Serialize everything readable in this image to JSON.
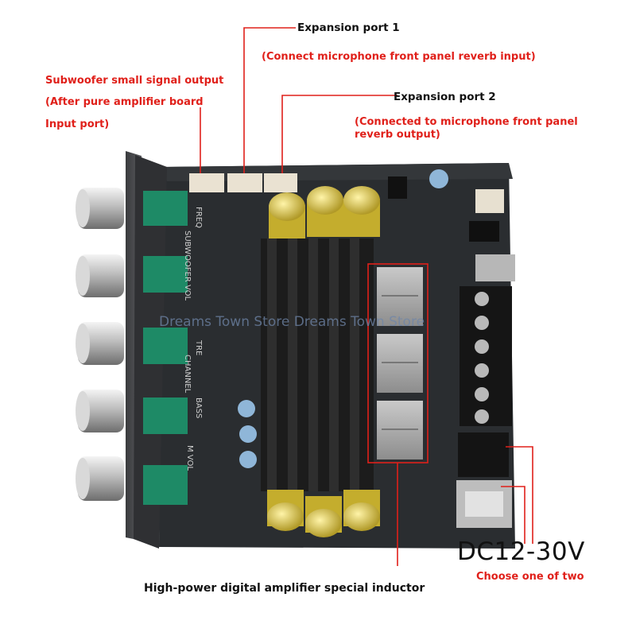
{
  "labels": {
    "expansion1_title": "Expansion port 1",
    "expansion1_desc": "(Connect microphone front panel reverb input)",
    "expansion2_title": "Expansion port 2",
    "expansion2_desc_line1": "(Connected to microphone front panel",
    "expansion2_desc_line2": "reverb output)",
    "subwoofer_line1": "Subwoofer small signal output",
    "subwoofer_line2": "(After pure amplifier board",
    "subwoofer_line3": "Input port)",
    "inductor": "High-power digital amplifier special inductor",
    "dc_voltage": "DC12-30V",
    "choose": "Choose one of two"
  },
  "board_silkscreen": {
    "freq": "FREQ",
    "subwoofer_vol": "SUBWOOFER VOL",
    "tre": "TRE",
    "channel": "CHANNEL",
    "bass": "BASS",
    "m_vol": "M VOL"
  },
  "watermark": "Dreams Town Store Dreams Town Store",
  "colors": {
    "annotation_red": "#e0201a",
    "board": "#2a2d30",
    "heatsink": "#1c1c1c",
    "pot_green": "#1e8a66",
    "capacitor_yellow": "#d8c24a"
  }
}
